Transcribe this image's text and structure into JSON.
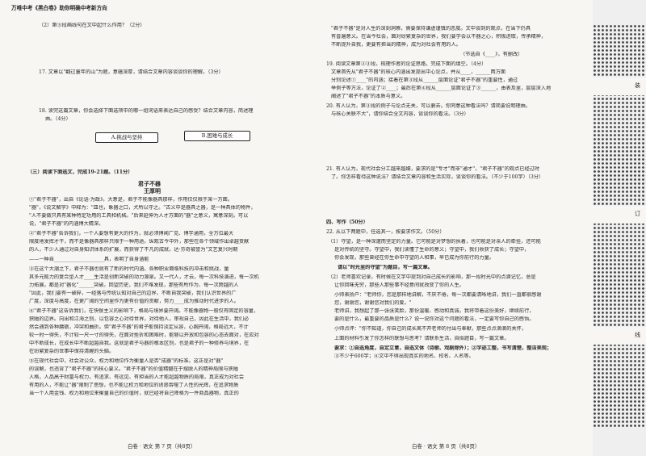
{
  "header": "万唯中考《黑白卷》助你明确中考新方向",
  "left": {
    "lines": [
      "（2）第⑤段画线句在文中起什么作用？（2分）",
      "17. 文章以\"翻过童年的山\"为题，意蕴深厚，请结合文章内容谈谈你的理解。（3分）",
      "18. 读完这篇文章，你会选择下面选项中的哪一组词语来表达自己的感受？结合文章内容，简述理",
      "由。（4分）",
      "（三）阅读下面选文，完成19-21题。（11分）",
      "君子不器",
      "王厚明",
      "①\"君子不器\"，出自《论语·为政》。大意是，君子不能像器具那样，作用仅仅限于某一方面。",
      "\"器\"，《说文解字》中释为：\"皿也，象器之口，犬所以守之。\"古义中是器具之器，是一种具体的物件，",
      "\"人不要做只具有某种特定功用的工具和机械。\"后来延伸为人才方面的\"器\"之意义，寓意深刻。可以",
      "说，\"君子不器\"的内涵博大精深。",
      "②\"君子不器\"告诉我们，一个人要想有更大的作为，就必须博闻广见、博学通用，全方位最大",
      "限度地发挥才干，而不是像器具那样只限于一种用途。纵观古今中外，那些在各个领域作出卓越贡献",
      "的人，不少人通过对自身知识体系的扩展，而获得了不凡的成就。达·芬奇被誉为\"文艺复兴时期",
      "——一种自____________________具，表明了自身涵能",
      "③在这个大潮之下，君子不器也就有了新的时代内涵。各种职业面临科技的冲击和挑战，量",
      "其多元能力的复合型人才____生活是创新突破的动力源泉。又一代人，才云，每一次科技演进，每一次机",
      "力拓展，都是对\"器化\"______突破。回望历史，我们不难发现，那些有所作为、每一次跨越的人",
      "\"因此，我们要有一破碎，一经落与传统认知对自己的边界，不断自我突破，我们认识世界的广",
      "广度，深度与高度，在更广阔的空间里作为更有价值的贡献，努力____成为推动时代进步的人。",
      "④\"君子不器\"这告诉我们，在快餐主义的影响下，格局与境界要开阔。不能像器物一般仅有固定的容量，",
      "狭隘的边界。向出和江海之别，以包容之心对待世界，对待他人，审视自己，因此在生活中，我们必",
      "然会遇到各种磨砺，冲突和曲折。但\"君子不器\"的君子能保持淡定从容，心胸开阔，格局远大，不计",
      "较一时一得失，不计较一尺一寸的得失，在面对挫折和困难时，能够以开放和包容的心态去面对，在应对",
      "中不断成长，在成长中不断超越自我。这就是君子与器的根本区别，也是君子的一种修养与境界，在",
      "在纷繁复杂的世事中保持清醒的头脑。",
      "⑤在现代社会中，社会对公众，权力和地位作为衡量人是否\"成器\"的标准。这正是对\"器\"",
      "的误解，也违背了\"君子不器\"的核心要义。\"君子不器\"的价值精髓在于摆脱人的精神局限与狭隘",
      "人格，人品高于财富与权力，有追求、有远见、有担当的人才能超越物质的局限，真正成为对社会",
      "有用的人，不能让\"器\"限制了思想，也不能让权力和地位的诱惑吞噬了人性的光辉，在追求物质",
      "当一个人用金钱、权力和地位来衡量自己的价值时，就已经将自己降格为一件商品器物，真正的"
    ],
    "option_a": "A.挑战与坚持",
    "option_b": "B.困难与成长",
    "footer": "白卷 · 语文    第 7 页（共8页）"
  },
  "right": {
    "lines": [
      "\"君子不器\"是对人生的深刻洞察，需要保持谦虚谨慎的态度。文中谈到的观点，在当下仍具",
      "有普遍意义。在当今社会，面对纷繁复杂的世界，我们要学会以不器之心，积极进取，传承精神，",
      "不断提升自我，更要有担当的精神，成为对社会有用的人。",
      "（节选自《____》，有删改）",
      "19. 阅读文章第②③段，梳理作者的论证思路，完成下面的填空。（4分）",
      "文章首先从\"君子不器\"的核心内涵出发提出中心论点，并从____，______两方面",
      "分别论述①____\"的内涵；接着在第③段从______层面论证\"君子不器\"的重要性，通过",
      "举例子等方法，论证了②____；最后在第④段从______层面论证了③______，由表及里，层层深入地",
      "阐述了\"君子不器\"的本质与意义。",
      "20. 有人认为，第③段的例子与论点无关，可以删去。你同意这种看法吗？请简要说明理由。",
      "与核心关联不大\"，请你结合全文内容，谈谈你的看法。（3分）",
      "21. 有人认为，现代社会分工越来越细，要求的是\"专才\"而非\"通才\"，\"君子不器\"的观点已经过时",
      "了。你怎样看待这种说法？请结合文章内容和生活实际，谈谈你的看法。（不少于100字）（3分）",
      "四、写作（50分）",
      "22. 从以下两题中，任选其一，按要求作文。（50分）",
      "（1）守望，是一种深邃而坚定的力量。它可能是对梦想的执着，也可能是对亲人的牵挂，还可能",
      "是对传统的坚守。守望中，我们读懂了生命的意义；守望中，我们收获了成长；守望中，",
      "你会发现，那些曾经在你生命中守望的人和事，早已成为你前行的力量。",
      "请以\"时光里的守望\"为题目，写一篇文章。",
      "（2）老师喜欢记录，有时候在文字中提到对自己成长的影响，那一段时光中的点滴记忆，总是",
      "让你回味无穷，那些人那些事不经意间就改变了你的人生。",
      "小帅表扬户：\"老师你，您是那样地讲解，不厌不倦，每一次都要清晰地讲，我们一直都很感谢",
      "您，谢谢您，谢谢您对我们的爱。\"",
      "老师讲，我想起了那一张张笑脸，那份温暖、感动和真诚，我将带着这份美好，继续前行，",
      "要的是什么，最重要的品质是什么？说一说你对这个问题的看法，一定要写你自己的感悟。",
      "小帅点评：\"你不知道，你自己的成长离不开老师的付出与奉献，那些点点滴滴的关怀，",
      "上面的材料引发了你怎样的联想与思考？请联系生活，自拟题目，写一篇文章。",
      "要求：①自选角度，自定立意，自选文体（诗歌、戏剧除外）；②字迹工整，书写清楚，整洁美观；",
      "③不少于600字；④文中不得出现真实的地名、校名、人名等。"
    ],
    "footer": "白卷 · 语文    第 8 页（共8页）"
  },
  "binding": {
    "chars": [
      "装",
      "订",
      "线"
    ]
  }
}
